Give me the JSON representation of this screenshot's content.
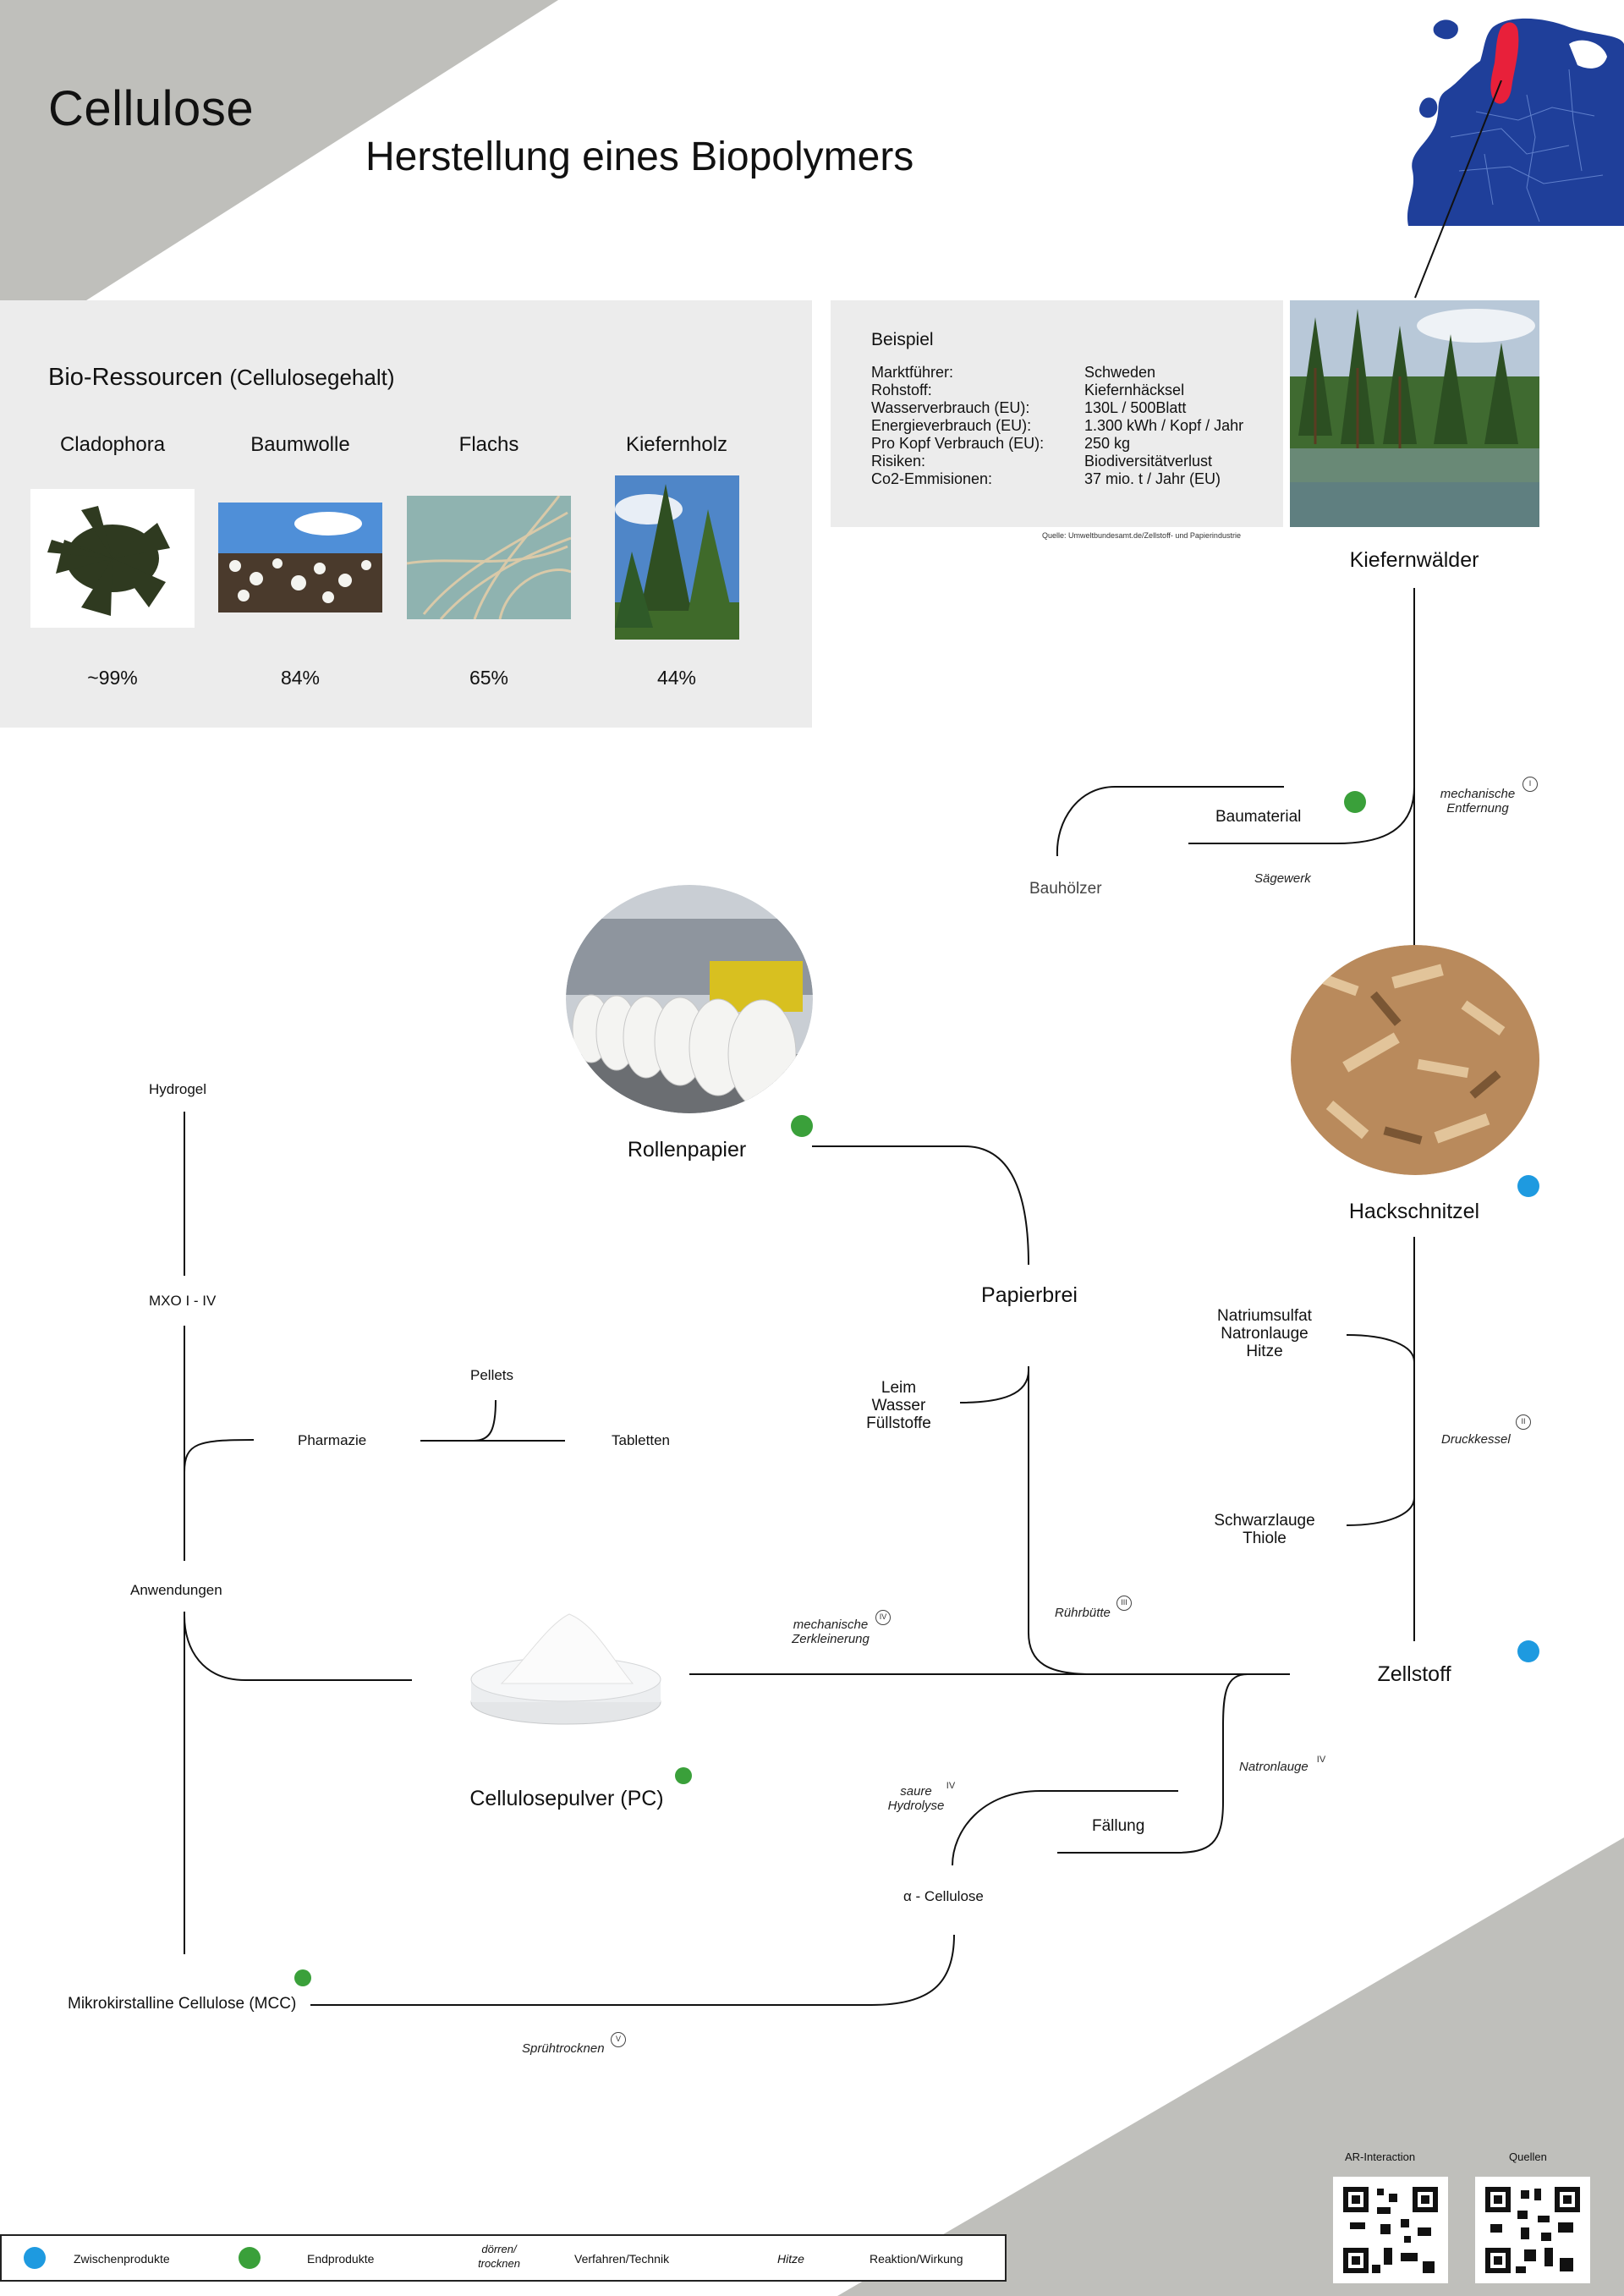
{
  "header": {
    "title": "Cellulose",
    "subtitle": "Herstellung eines Biopolymers"
  },
  "resources": {
    "heading": "Bio-Ressourcen",
    "heading_note": "(Cellulosegehalt)",
    "items": [
      {
        "name": "Cladophora",
        "value": "~99%"
      },
      {
        "name": "Baumwolle",
        "value": "84%"
      },
      {
        "name": "Flachs",
        "value": "65%"
      },
      {
        "name": "Kiefernholz",
        "value": "44%"
      }
    ]
  },
  "example": {
    "heading": "Beispiel",
    "rows": [
      {
        "key": "Marktführer:",
        "value": "Schweden"
      },
      {
        "key": "Rohstoff:",
        "value": "Kiefernhäcksel"
      },
      {
        "key": "Wasserverbrauch (EU):",
        "value": "130L / 500Blatt"
      },
      {
        "key": "Energieverbrauch (EU):",
        "value": "1.300 kWh / Kopf / Jahr"
      },
      {
        "key": "Pro Kopf Verbrauch (EU):",
        "value": "250 kg"
      },
      {
        "key": "Risiken:",
        "value": "Biodiversitätverlust"
      },
      {
        "key": "Co2-Emmisionen:",
        "value": "37 mio. t / Jahr (EU)"
      }
    ],
    "source": "Quelle: Umweltbundesamt.de/Zellstoff- und Papierindustrie"
  },
  "nodes": {
    "kiefernwaelder": "Kiefernwälder",
    "baumaterial": "Baumaterial",
    "bauhoelzer": "Bauhölzer",
    "saegewerk": "Sägewerk",
    "mech_entfernung": "mechanische\nEntfernung",
    "hackschnitzel": "Hackschnitzel",
    "natrium": "Natriumsulfat\nNatronlauge\nHitze",
    "druckkessel": "Druckkessel",
    "schwarzlauge": "Schwarzlauge\nThiole",
    "zellstoff": "Zellstoff",
    "rollenpapier": "Rollenpapier",
    "papierbrei": "Papierbrei",
    "leim": "Leim\nWasser\nFüllstoffe",
    "ruehrbuette": "Rührbütte",
    "mech_zerkleinerung": "mechanische\nZerkleinerung",
    "cellulosepulver": "Cellulosepulver (PC)",
    "natronlauge": "Natronlauge",
    "saure_hydrolyse": "saure\nHydrolyse",
    "faellung": "Fällung",
    "alpha": "α - Cellulose",
    "mcc": "Mikrokirstalline Cellulose (MCC)",
    "spruehtrocknen": "Sprühtrocknen",
    "hydrogel": "Hydrogel",
    "mxo": "MXO I - IV",
    "pellets": "Pellets",
    "pharmazie": "Pharmazie",
    "tabletten": "Tabletten",
    "anwendungen": "Anwendungen"
  },
  "step_numbers": {
    "n1": "I",
    "n2": "II",
    "n3": "III",
    "n4": "IV",
    "n5": "IV",
    "n6": "IV",
    "n7": "V"
  },
  "qr": {
    "ar_label": "AR-Interaction",
    "sources_label": "Quellen"
  },
  "legend": {
    "intermediate": "Zwischenprodukte",
    "final": "Endprodukte",
    "drying": "dörren/\ntrocknen",
    "process": "Verfahren/Technik",
    "heat": "Hitze",
    "reaction": "Reaktion/Wirkung"
  },
  "colors": {
    "intermediate_dot": "#1e9ae0",
    "final_dot": "#3aa03a",
    "triangle_grey": "#bfbfbb",
    "panel_grey": "#ececec",
    "map_sea": "#ffffff",
    "map_land": "#1f3f9a",
    "map_highlight": "#e8203a"
  }
}
